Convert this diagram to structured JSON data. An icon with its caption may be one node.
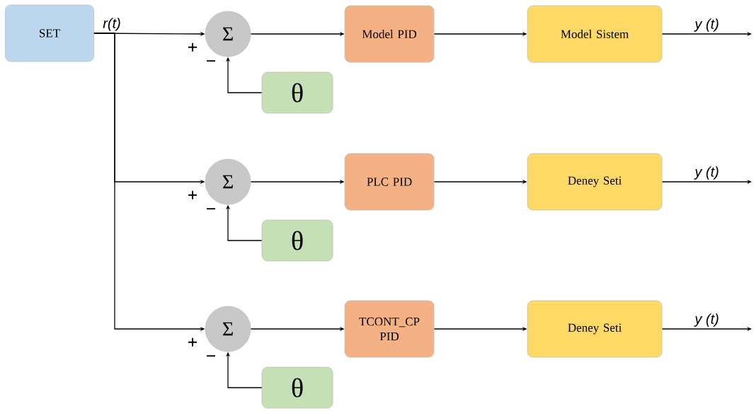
{
  "diagram": {
    "nodes": [
      {
        "text": [
          "SET"
        ]
      },
      {
        "text": [
          "Σ"
        ]
      },
      {
        "text": [
          "Model PID"
        ]
      },
      {
        "text": [
          "Model Sistem"
        ]
      },
      {
        "text": [
          "θ"
        ]
      },
      {
        "text": [
          "Σ"
        ]
      },
      {
        "text": [
          "PLC PID"
        ]
      },
      {
        "text": [
          "Deney Seti"
        ]
      },
      {
        "text": [
          "θ"
        ]
      },
      {
        "text": [
          "Σ"
        ]
      },
      {
        "text": [
          "TCONT_CP PID"
        ]
      },
      {
        "text": [
          "Deney Seti"
        ]
      },
      {
        "text": [
          "θ"
        ]
      }
    ],
    "edges": [
      {
        "from": 0,
        "to": 1,
        "arrow": "to",
        "label": "r(t)"
      },
      {
        "from": 1,
        "to": 2,
        "arrow": "to"
      },
      {
        "from": 2,
        "to": 3,
        "arrow": "to"
      },
      {
        "from": 3,
        "to": null,
        "arrow": "to",
        "label": "y (t)"
      },
      {
        "from": 4,
        "to": 1,
        "arrow": "to"
      },
      {
        "from": 0,
        "to": 5,
        "arrow": "to"
      },
      {
        "from": 5,
        "to": 6,
        "arrow": "to"
      },
      {
        "from": 6,
        "to": 7,
        "arrow": "to"
      },
      {
        "from": 7,
        "to": null,
        "arrow": "to",
        "label": "y (t)"
      },
      {
        "from": 8,
        "to": 5,
        "arrow": "to"
      },
      {
        "from": 0,
        "to": 9,
        "arrow": "to"
      },
      {
        "from": 9,
        "to": 10,
        "arrow": "to"
      },
      {
        "from": 10,
        "to": 11,
        "arrow": "to"
      },
      {
        "from": 11,
        "to": null,
        "arrow": "to",
        "label": "y (t)"
      },
      {
        "from": 12,
        "to": 9,
        "arrow": "to"
      }
    ],
    "labels": [
      "+",
      "−",
      "+",
      "−",
      "+",
      "−"
    ]
  }
}
